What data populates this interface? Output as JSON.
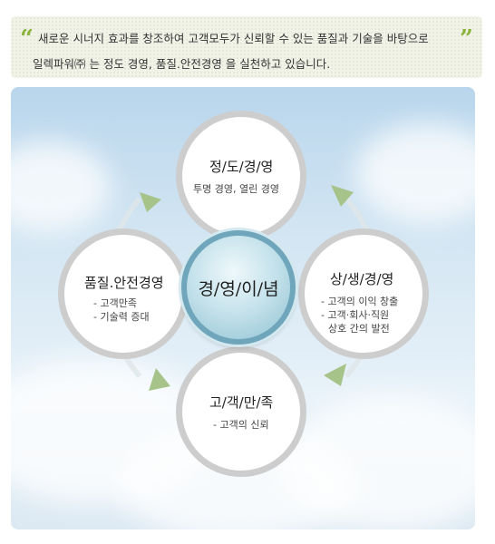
{
  "quote": {
    "open_mark": "“",
    "close_mark": "”",
    "line1": "새로운 시너지 효과를 창조하여 고객모두가 신뢰할 수 있는 품질과 기술을 바탕으로",
    "line2": "일렉파워㈜ 는 정도 경영, 품질.안전경영 을 실천하고 있습니다."
  },
  "diagram": {
    "center_label": "경/영/이/념",
    "nodes": {
      "top": {
        "title": "정/도/경/영",
        "sub": [
          "투명 경영, 열린 경영"
        ]
      },
      "right": {
        "title": "상/생/경/영",
        "sub": [
          "- 고객의 이익 창출",
          "- 고객·회사·직원",
          "상호 간의 발전"
        ]
      },
      "bottom": {
        "title": "고/객/만/족",
        "sub": [
          "- 고객의 신뢰"
        ]
      },
      "left": {
        "title": "품질.안전경영",
        "sub": [
          "- 고객만족",
          "- 기술력 증대"
        ]
      }
    }
  },
  "colors": {
    "accent_green": "#8bb43c",
    "ring_gray": "#cdcdcd",
    "center_blue": "#6fa6bb"
  }
}
